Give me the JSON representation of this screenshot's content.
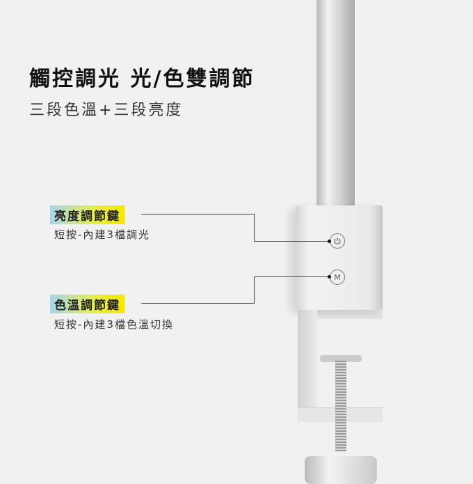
{
  "headline": "觸控調光 光/色雙調節",
  "subheadline": "三段色溫+三段亮度",
  "callouts": [
    {
      "label": "亮度調節鍵",
      "description": "短按-內建3檔調光",
      "button": "power"
    },
    {
      "label": "色溫調節鍵",
      "description": "短按-內建3檔色溫切換",
      "button": "M"
    }
  ]
}
